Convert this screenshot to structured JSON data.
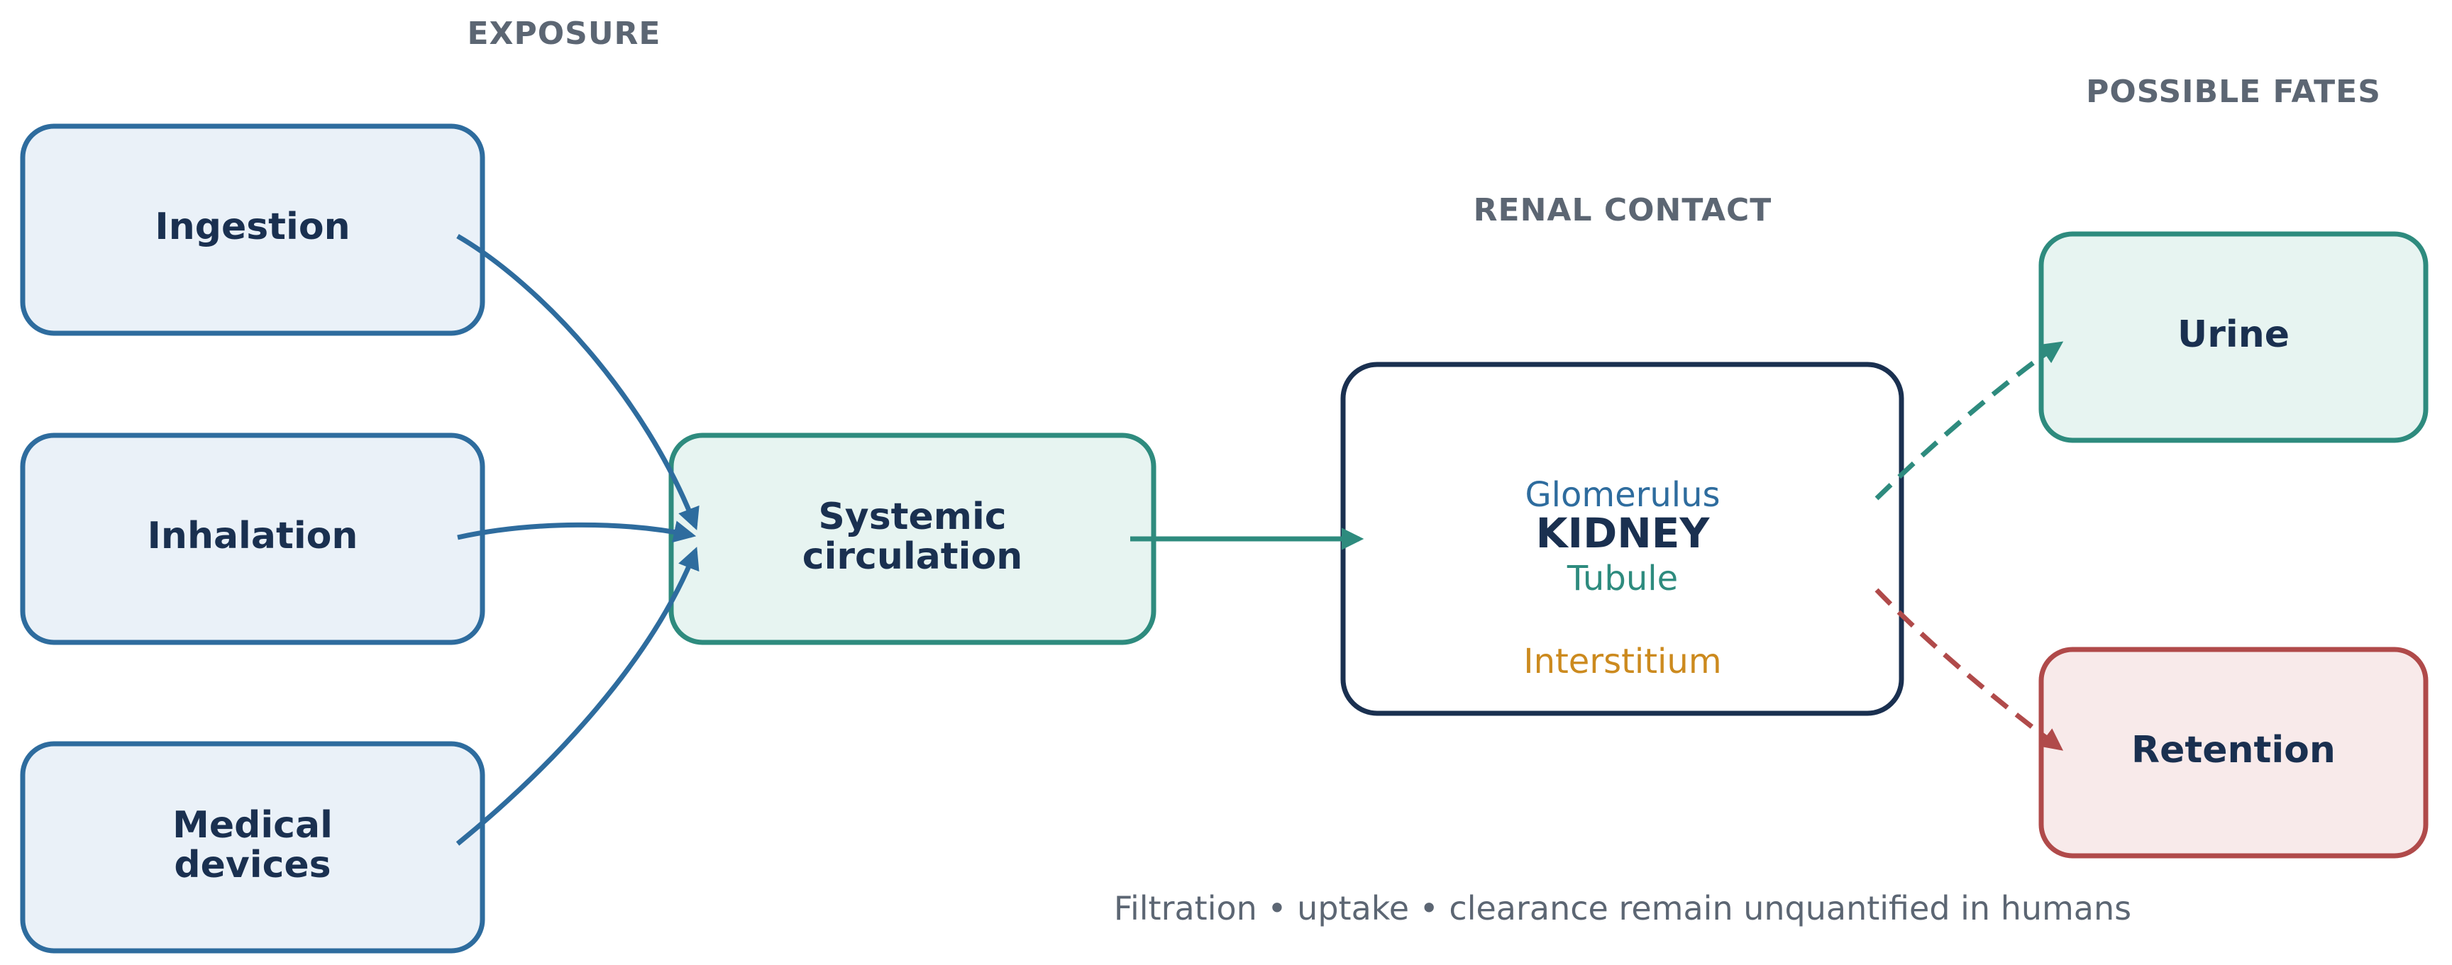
{
  "headers": {
    "exposure": "EXPOSURE",
    "renal_contact": "RENAL CONTACT",
    "possible_fates": "POSSIBLE FATES"
  },
  "exposure_routes": {
    "ingestion": "Ingestion",
    "inhalation": "Inhalation",
    "medical_devices_line1": "Medical",
    "medical_devices_line2": "devices"
  },
  "circulation": {
    "line1": "Systemic",
    "line2": "circulation"
  },
  "kidney": {
    "glomerulus": "Glomerulus",
    "title": "KIDNEY",
    "tubule": "Tubule",
    "interstitium": "Interstitium"
  },
  "fates": {
    "urine": "Urine",
    "retention": "Retention"
  },
  "footnote": "Filtration • uptake • clearance remain unquantified in humans",
  "colors": {
    "exposure_fill": "#eaf1f8",
    "exposure_stroke": "#2e6c9e",
    "circulation_fill": "#e7f4f1",
    "circulation_stroke": "#2e8b7e",
    "kidney_stroke": "#1a3050",
    "urine_fill": "#e7f4f1",
    "urine_stroke": "#2e8b7e",
    "retention_fill": "#f8eaea",
    "retention_stroke": "#b04a4a",
    "node_text": "#1a3050",
    "header_text": "#5c6673",
    "glomerulus_text": "#2e6c9e",
    "tubule_text": "#2e8b7e",
    "interstitium_text": "#cc8a1e",
    "footnote_text": "#5c6673"
  }
}
